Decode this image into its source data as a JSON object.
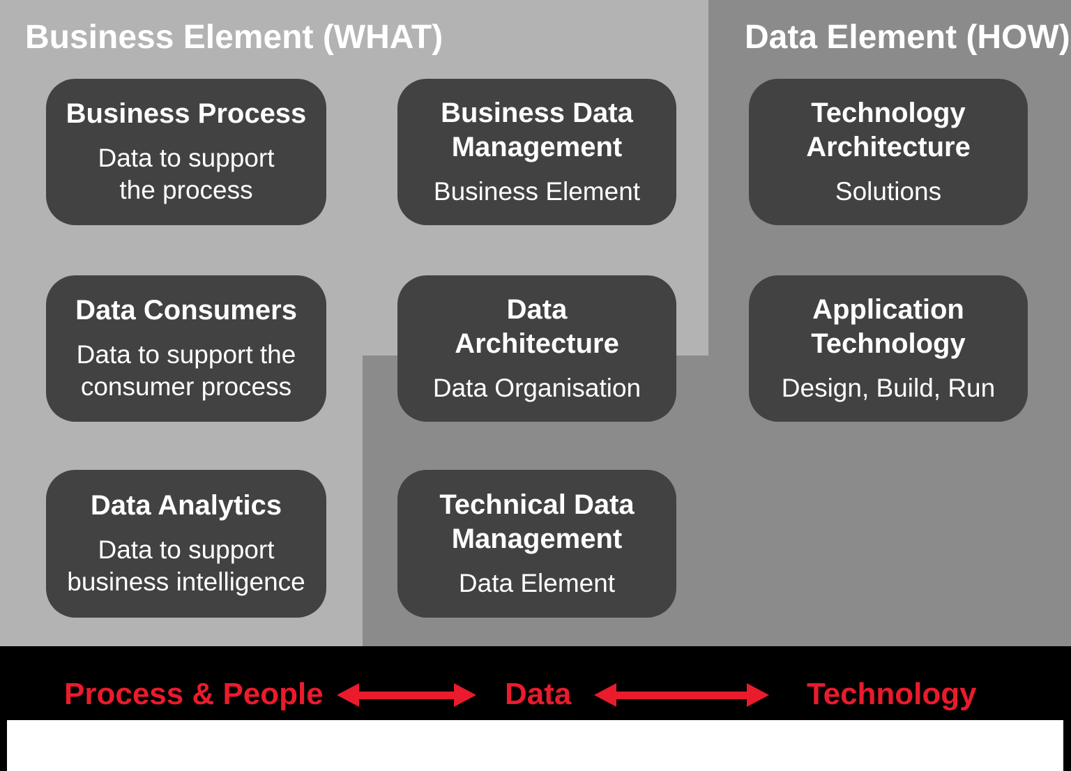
{
  "zones": {
    "business": {
      "label": "Business Element (WHAT)"
    },
    "data": {
      "label": "Data Element (HOW)"
    }
  },
  "boxes": [
    {
      "name": "business-process",
      "title": "Business Process",
      "subtitle": "Data to support\nthe process"
    },
    {
      "name": "business-data-management",
      "title": "Business Data\nManagement",
      "subtitle": "Business Element"
    },
    {
      "name": "technology-architecture",
      "title": "Technology\nArchitecture",
      "subtitle": "Solutions"
    },
    {
      "name": "data-consumers",
      "title": "Data Consumers",
      "subtitle": "Data to support the\nconsumer process"
    },
    {
      "name": "data-architecture",
      "title": "Data\nArchitecture",
      "subtitle": "Data Organisation"
    },
    {
      "name": "application-technology",
      "title": "Application\nTechnology",
      "subtitle": "Design, Build, Run"
    },
    {
      "name": "data-analytics",
      "title": "Data Analytics",
      "subtitle": "Data to support\nbusiness intelligence"
    },
    {
      "name": "technical-data-management",
      "title": "Technical Data\nManagement",
      "subtitle": "Data Element"
    }
  ],
  "footer": {
    "labels": [
      {
        "text": "Process & People"
      },
      {
        "text": "Data"
      },
      {
        "text": "Technology"
      }
    ]
  },
  "colors": {
    "light_zone": "#b3b3b3",
    "dark_zone": "#8b8b8b",
    "box_fill": "#424242",
    "footer_bar": "#000000",
    "accent_red": "#ea1b2c",
    "text_white": "#ffffff"
  }
}
